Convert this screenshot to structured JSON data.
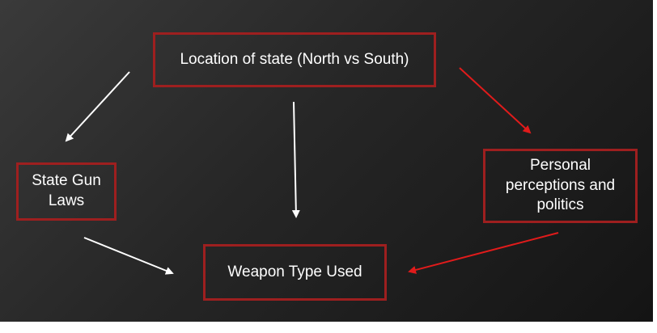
{
  "diagram": {
    "nodes": {
      "location": "Location of state (North vs South)",
      "laws": "State Gun Laws",
      "personal": "Personal perceptions and politics",
      "weapon": "Weapon Type Used"
    },
    "edges": [
      {
        "from": "location",
        "to": "laws",
        "color": "#ffffff"
      },
      {
        "from": "location",
        "to": "weapon",
        "color": "#ffffff"
      },
      {
        "from": "location",
        "to": "personal",
        "color": "#e01b1b"
      },
      {
        "from": "laws",
        "to": "weapon",
        "color": "#ffffff"
      },
      {
        "from": "personal",
        "to": "weapon",
        "color": "#e01b1b"
      }
    ],
    "colors": {
      "background": "#262626",
      "box_border": "#9e1f1f",
      "text": "#ffffff",
      "arrow_white": "#ffffff",
      "arrow_red": "#e01b1b"
    }
  }
}
